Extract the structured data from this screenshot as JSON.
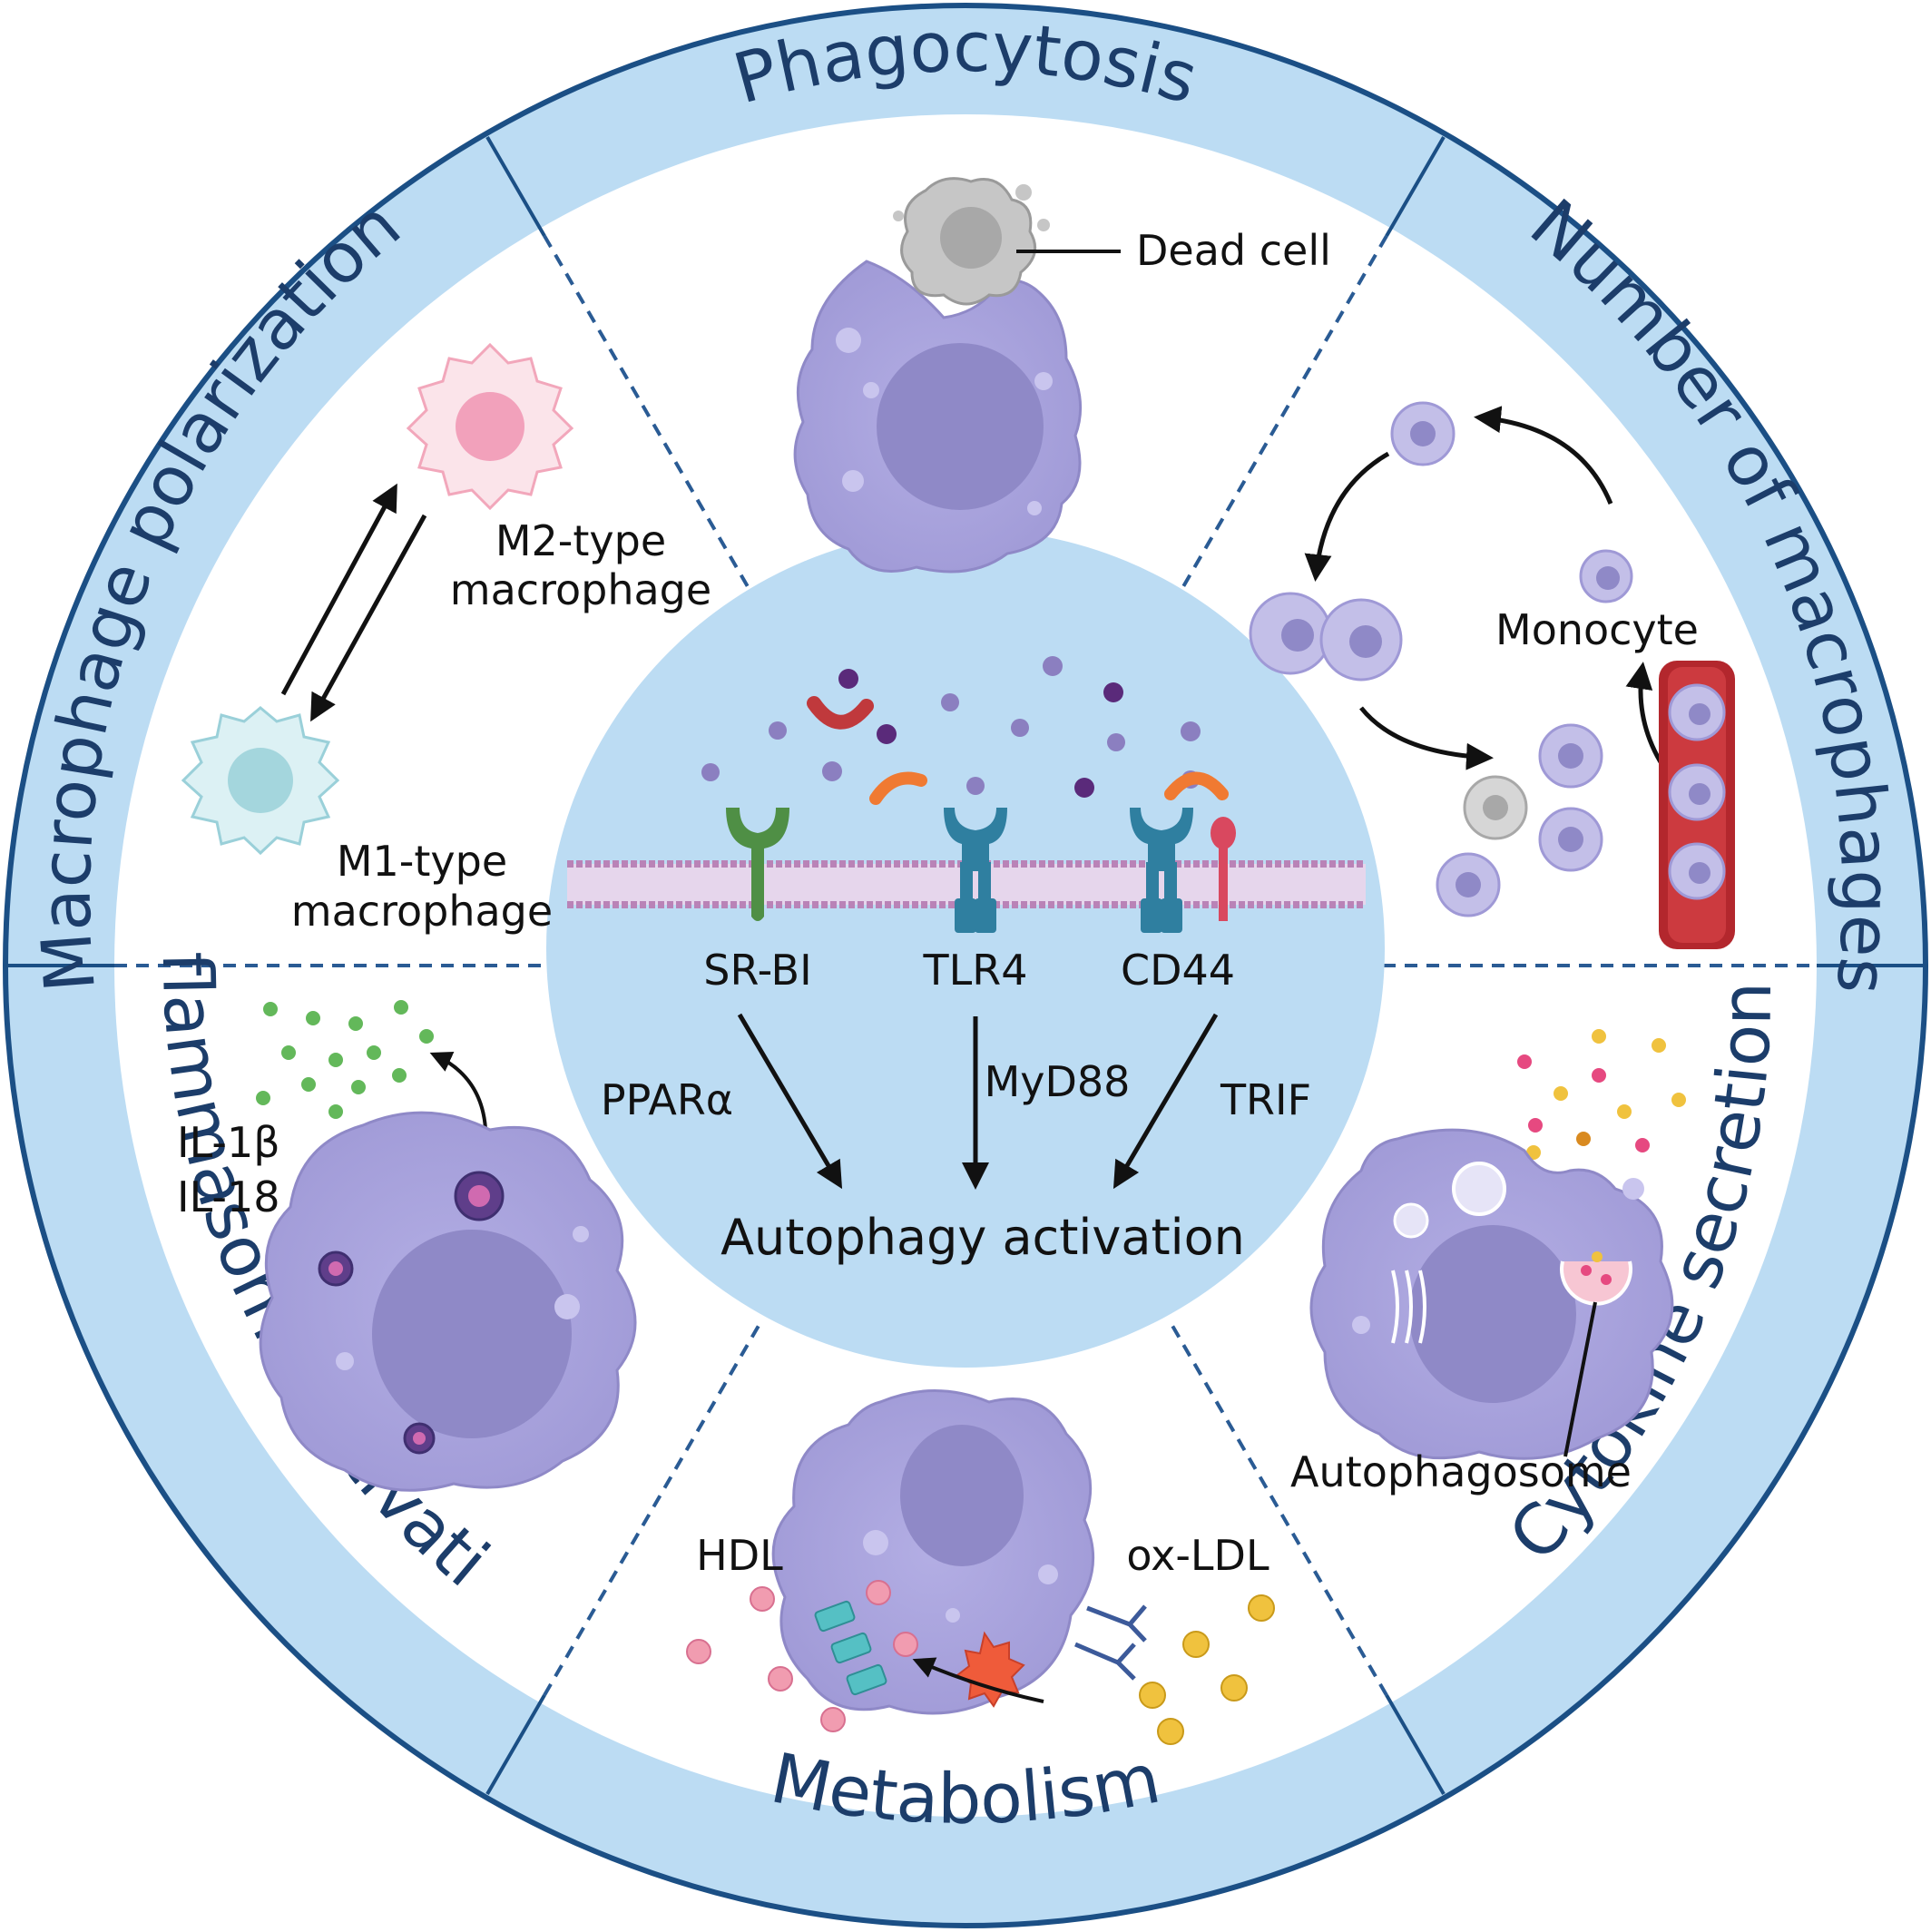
{
  "sectors": {
    "top": "Phagocytosis",
    "top_right": "Number of macrophages",
    "bottom_right": "Cytokine secretion",
    "bottom": "Metabolism",
    "bottom_left": "Inflammasome activation",
    "top_left": "Macrophage polarization"
  },
  "labels": {
    "dead_cell": "Dead cell",
    "m2_line1": "M2-type",
    "m2_line2": "macrophage",
    "m1_line1": "M1-type",
    "m1_line2": "macrophage",
    "monocyte": "Monocyte",
    "il1b": "IL-1β",
    "il18": "IL-18",
    "autophagosome": "Autophagosome",
    "hdl": "HDL",
    "oxldl": "ox-LDL"
  },
  "center": {
    "receptors": [
      "SR-BI",
      "TLR4",
      "CD44"
    ],
    "pathways": [
      "PPARα",
      "MyD88",
      "TRIF"
    ],
    "result": "Autophagy activation"
  },
  "colors": {
    "ring": "#bcdcf3",
    "ring_border": "#1b4f85",
    "center_fill": "#bcdcf3",
    "cell": "#a7a2dc",
    "nucleus": "#8f89c7",
    "divider": "#2a5b94"
  }
}
